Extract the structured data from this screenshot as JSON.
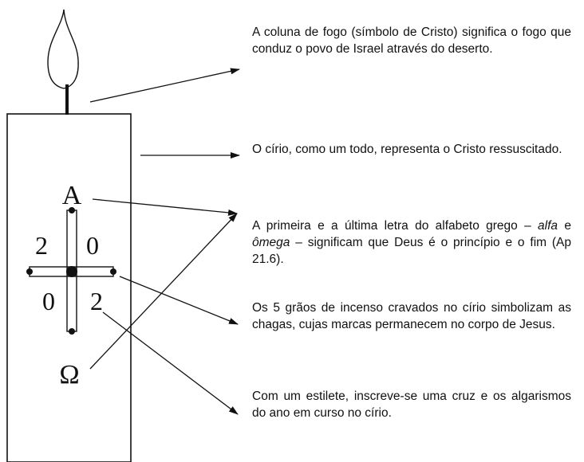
{
  "candle": {
    "letter_alpha": "A",
    "letter_omega": "Ω",
    "year_digits": [
      "2",
      "0",
      "0",
      "2"
    ]
  },
  "captions": [
    {
      "text": "A coluna de fogo (símbolo de Cristo) significa o fogo que conduz o povo de Israel através do deserto."
    },
    {
      "text": "O círio, como um todo, representa o Cristo ressuscitado."
    },
    {
      "before": "A primeira e a última letra do alfabeto grego – ",
      "alfa": "alfa",
      "middle": " e ",
      "omega": "ômega",
      "after": " – significam que Deus é o princípio e o fim (Ap 21.6)."
    },
    {
      "text": "Os 5 grãos de incenso cravados no círio simbolizam as chagas, cujas marcas permanecem no corpo de Jesus."
    },
    {
      "text": "Com um estilete, inscreve-se uma cruz e os algarismos do ano em curso no círio."
    }
  ],
  "colors": {
    "ink": "#111111",
    "background": "#ffffff"
  }
}
